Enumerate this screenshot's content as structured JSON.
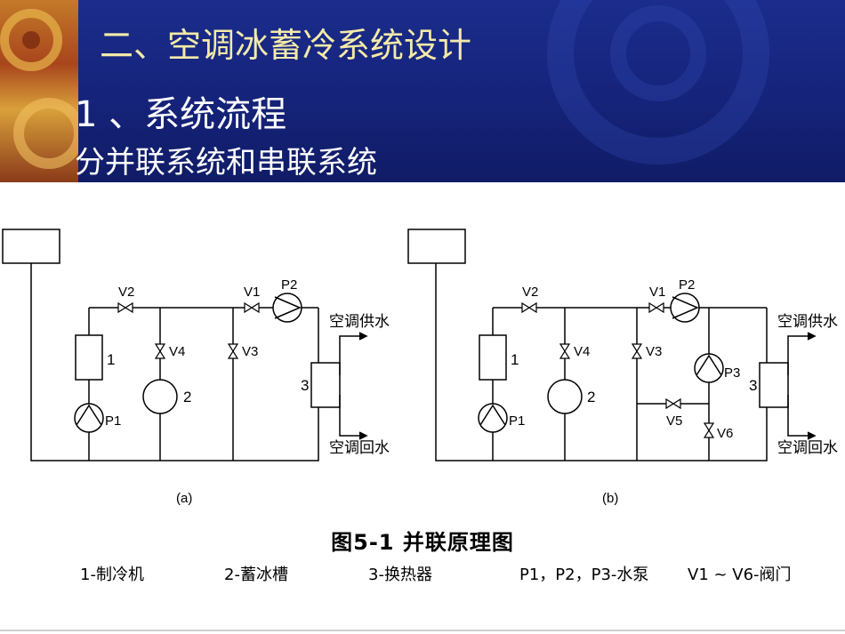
{
  "slide": {
    "section_title": "二、空调冰蓄冷系统设计",
    "sub_title": "1 、系统流程",
    "description": "分并联系统和串联系统"
  },
  "diagram": {
    "a": {
      "caption": "(a)",
      "labels": {
        "V2": "V2",
        "V1": "V1",
        "P2": "P2",
        "V4": "V4",
        "V3": "V3",
        "n1": "1",
        "n2": "2",
        "n3": "3",
        "P1": "P1"
      },
      "supply": "空调供水",
      "return": "空调回水"
    },
    "b": {
      "caption": "(b)",
      "labels": {
        "V2": "V2",
        "V1": "V1",
        "P2": "P2",
        "V4": "V4",
        "V3": "V3",
        "P3": "P3",
        "V5": "V5",
        "V6": "V6",
        "n1": "1",
        "n2": "2",
        "n3": "3",
        "P1": "P1"
      },
      "supply": "空调供水",
      "return": "空调回水"
    }
  },
  "figure": {
    "title": "图5-1    并联原理图"
  },
  "legend": [
    "1-制冷机",
    "2-蓄冰槽",
    "3-换热器",
    "P1，P2，P3-水泵",
    "V1 ~ V6-阀门"
  ],
  "colors": {
    "header_bg": "#15237a",
    "title_text": "#f3eaa8"
  }
}
